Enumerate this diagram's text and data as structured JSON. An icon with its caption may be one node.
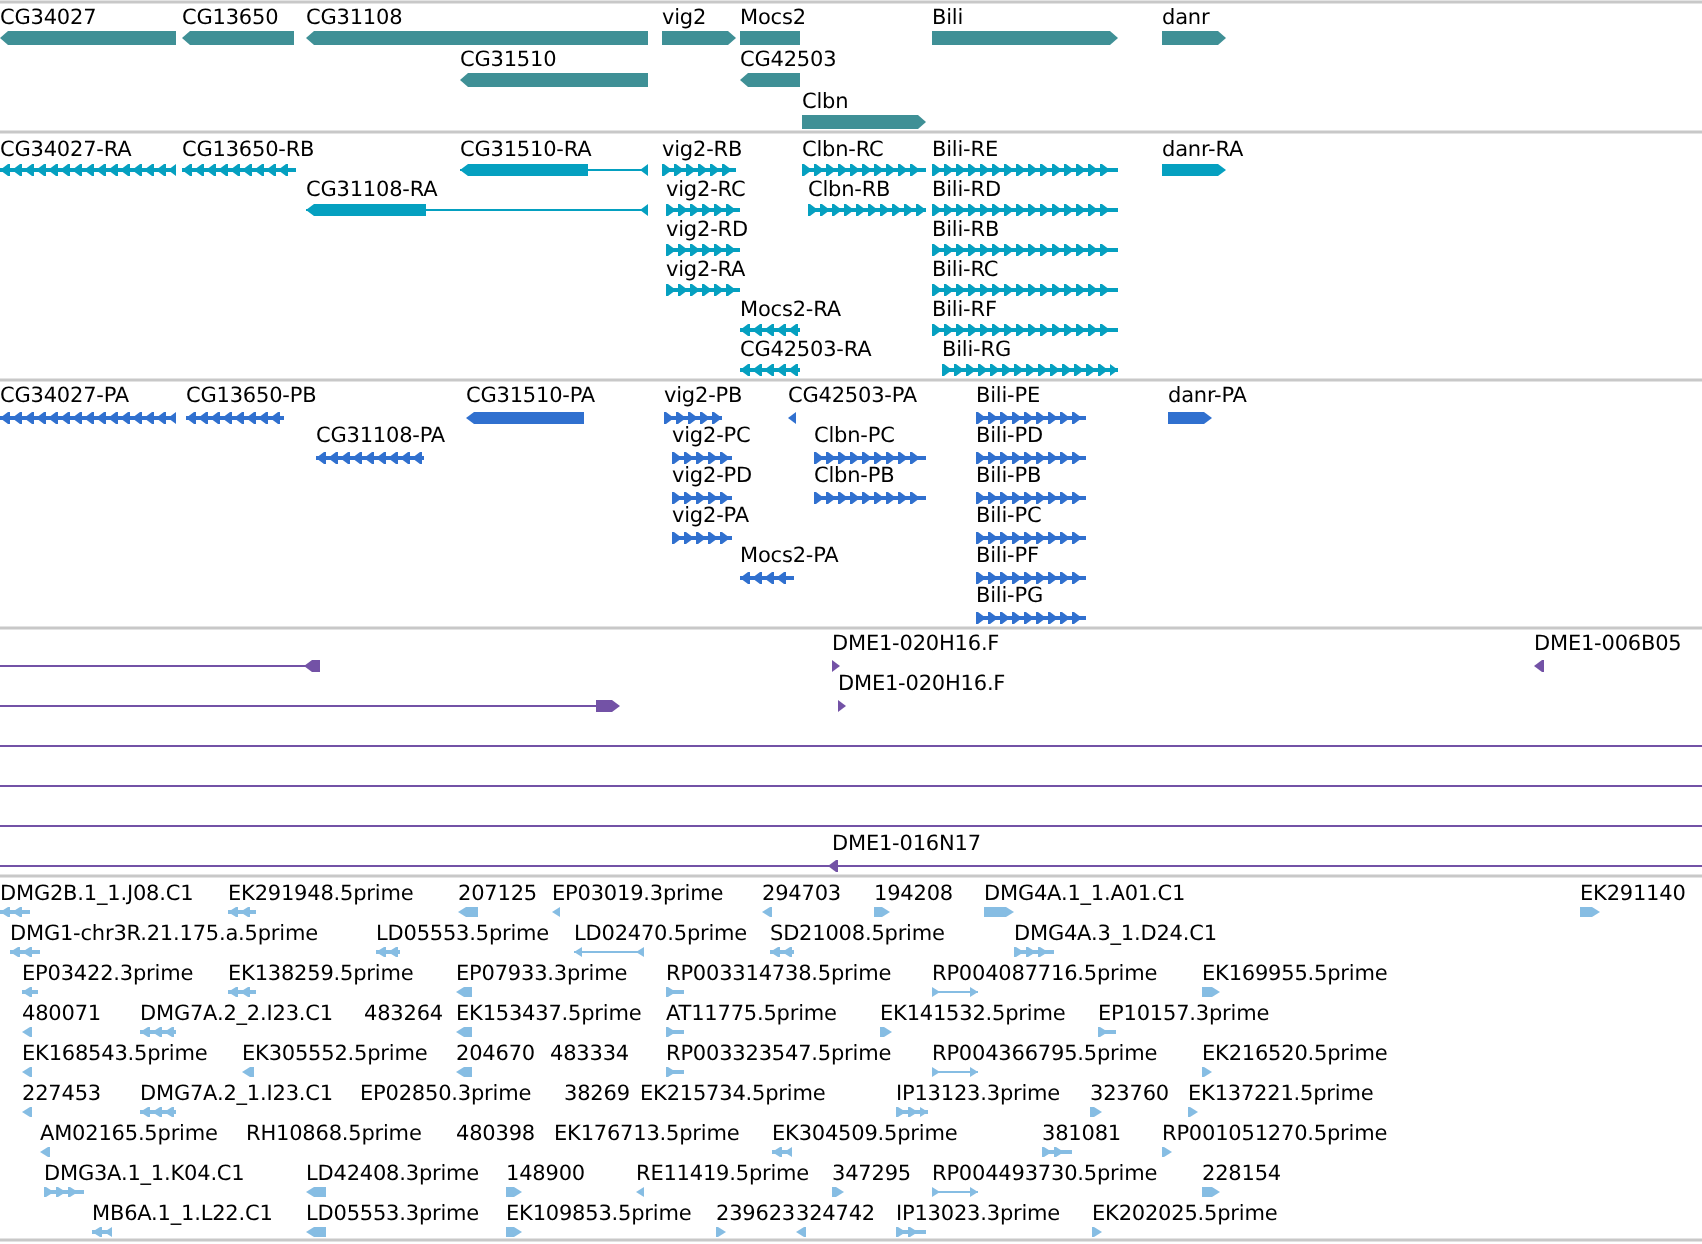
{
  "diagram": {
    "labels": [
      "CG34027",
      "CG13650",
      "CG31108",
      "vig2",
      "Mocs2",
      "Bili",
      "danr",
      "CG31510",
      "CG42503",
      "Clbn",
      "CG34027-RA",
      "CG13650-RB",
      "CG31510-RA",
      "vig2-RB",
      "Clbn-RC",
      "Bili-RE",
      "danr-RA",
      "CG31108-RA",
      "vig2-RC",
      "Clbn-RB",
      "Bili-RD",
      "vig2-RD",
      "Bili-RB",
      "vig2-RA",
      "Bili-RC",
      "Mocs2-RA",
      "Bili-RF",
      "CG42503-RA",
      "Bili-RG",
      "CG34027-PA",
      "CG13650-PB",
      "CG31510-PA",
      "vig2-PB",
      "CG42503-PA",
      "Bili-PE",
      "danr-PA",
      "CG31108-PA",
      "vig2-PC",
      "Clbn-PC",
      "Bili-PD",
      "vig2-PD",
      "Clbn-PB",
      "Bili-PB",
      "vig2-PA",
      "Bili-PC",
      "Mocs2-PA",
      "Bili-PF",
      "Bili-PG",
      "DME1-020H16.F",
      "DME1-006B05",
      "DME1-020H16.F",
      "DME1-016N17",
      "DMG2B.1_1.J08.C1",
      "EK291948.5prime",
      "207125",
      "EP03019.3prime",
      "294703",
      "194208",
      "DMG4A.1_1.A01.C1",
      "EK291140",
      "DMG1-chr3R.21.175.a.5prime",
      "LD05553.5prime",
      "LD02470.5prime",
      "SD21008.5prime",
      "DMG4A.3_1.D24.C1",
      "EP03422.3prime",
      "EK138259.5prime",
      "EP07933.3prime",
      "RP003314738.5prime",
      "RP004087716.5prime",
      "EK169955.5prime",
      "480071",
      "DMG7A.2_2.I23.C1",
      "483264",
      "EK153437.5prime",
      "AT11775.5prime",
      "EK141532.5prime",
      "EP10157.3prime",
      "EK168543.5prime",
      "EK305552.5prime",
      "204670",
      "483334",
      "RP003323547.5prime",
      "RP004366795.5prime",
      "EK216520.5prime",
      "227453",
      "DMG7A.2_1.I23.C1",
      "EP02850.3prime",
      "38269",
      "EK215734.5prime",
      "IP13123.3prime",
      "323760",
      "EK137221.5prime",
      "AM02165.5prime",
      "RH10868.5prime",
      "480398",
      "EK176713.5prime",
      "EK304509.5prime",
      "381081",
      "RP001051270.5prime",
      "DMG3A.1_1.K04.C1",
      "LD42408.3prime",
      "148900",
      "RE11419.5prime",
      "347295",
      "RP004493730.5prime",
      "228154",
      "MB6A.1_1.L22.C1",
      "LD05553.3prime",
      "EK109853.5prime",
      "239623",
      "324742",
      "IP13023.3prime",
      "EK202025.5prime"
    ]
  }
}
